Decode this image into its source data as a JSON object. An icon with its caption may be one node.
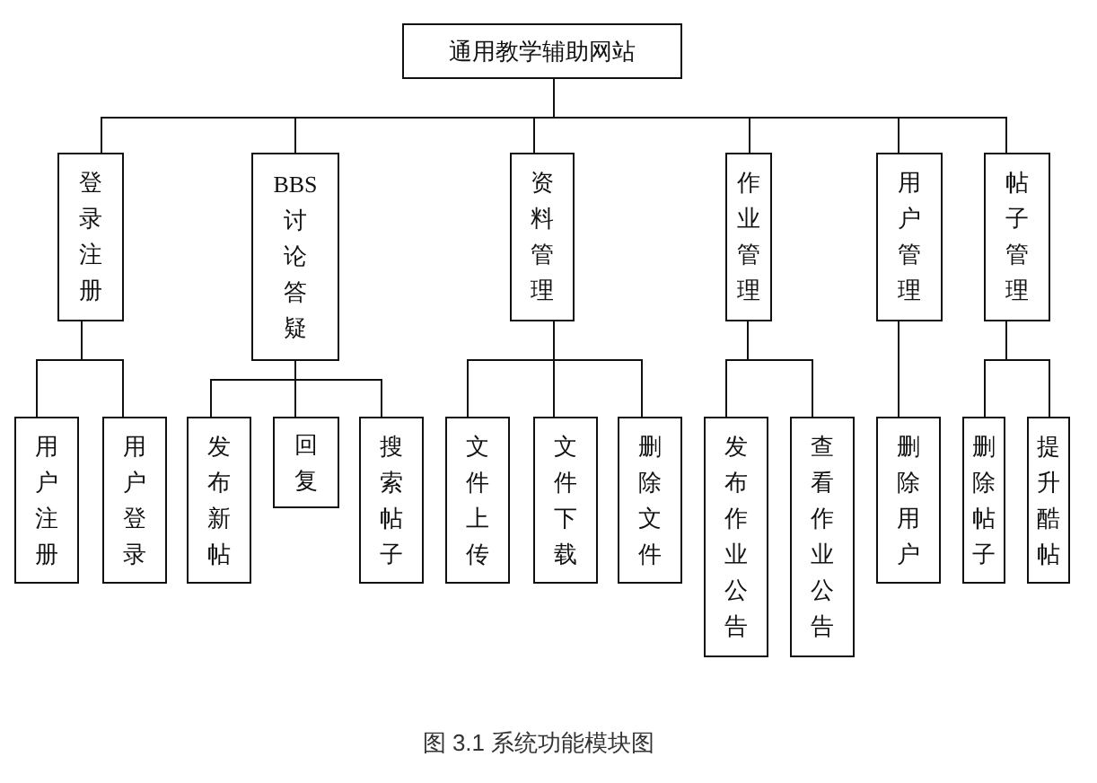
{
  "diagram": {
    "caption": "图 3.1 系统功能模块图",
    "nodes": [
      {
        "text": [
          "通用教学辅助网站"
        ]
      },
      {
        "text": [
          "登录注册"
        ]
      },
      {
        "text": [
          "BBS讨论答疑"
        ]
      },
      {
        "text": [
          "资料管理"
        ]
      },
      {
        "text": [
          "作业管理"
        ]
      },
      {
        "text": [
          "用户管理"
        ]
      },
      {
        "text": [
          "帖子管理"
        ]
      },
      {
        "text": [
          "用户注册"
        ]
      },
      {
        "text": [
          "用户登录"
        ]
      },
      {
        "text": [
          "发布新帖"
        ]
      },
      {
        "text": [
          "回复"
        ]
      },
      {
        "text": [
          "搜索帖子"
        ]
      },
      {
        "text": [
          "文件上传"
        ]
      },
      {
        "text": [
          "文件下载"
        ]
      },
      {
        "text": [
          "删除文件"
        ]
      },
      {
        "text": [
          "发布作业公告"
        ]
      },
      {
        "text": [
          "查看作业公告"
        ]
      },
      {
        "text": [
          "删除用户"
        ]
      },
      {
        "text": [
          "删除帖子"
        ]
      },
      {
        "text": [
          "提升酷帖"
        ]
      }
    ],
    "edges": [
      {
        "from": 0,
        "to": 1,
        "arrow": "none"
      },
      {
        "from": 0,
        "to": 2,
        "arrow": "none"
      },
      {
        "from": 0,
        "to": 3,
        "arrow": "none"
      },
      {
        "from": 0,
        "to": 4,
        "arrow": "none"
      },
      {
        "from": 0,
        "to": 5,
        "arrow": "none"
      },
      {
        "from": 0,
        "to": 6,
        "arrow": "none"
      },
      {
        "from": 1,
        "to": 7,
        "arrow": "none"
      },
      {
        "from": 1,
        "to": 8,
        "arrow": "none"
      },
      {
        "from": 2,
        "to": 9,
        "arrow": "none"
      },
      {
        "from": 2,
        "to": 10,
        "arrow": "none"
      },
      {
        "from": 2,
        "to": 11,
        "arrow": "none"
      },
      {
        "from": 3,
        "to": 12,
        "arrow": "none"
      },
      {
        "from": 3,
        "to": 13,
        "arrow": "none"
      },
      {
        "from": 3,
        "to": 14,
        "arrow": "none"
      },
      {
        "from": 4,
        "to": 15,
        "arrow": "none"
      },
      {
        "from": 4,
        "to": 16,
        "arrow": "none"
      },
      {
        "from": 5,
        "to": 17,
        "arrow": "none"
      },
      {
        "from": 6,
        "to": 18,
        "arrow": "none"
      },
      {
        "from": 6,
        "to": 19,
        "arrow": "none"
      }
    ]
  }
}
